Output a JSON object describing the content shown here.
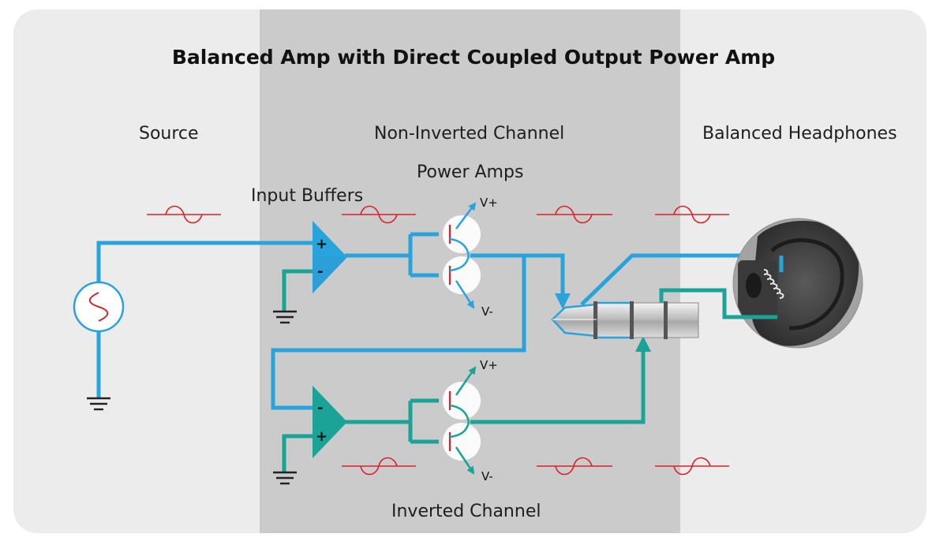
{
  "title": "Balanced Amp with Direct Coupled Output Power Amp",
  "labels": {
    "source": "Source",
    "non_inverted_channel": "Non-Inverted Channel",
    "balanced_headphones": "Balanced Headphones",
    "power_amps": "Power Amps",
    "input_buffers": "Input Buffers",
    "inverted_channel": "Inverted Channel"
  },
  "rails": {
    "top_vplus": "V+",
    "top_vminus": "V-",
    "bottom_vplus": "V+",
    "bottom_vminus": "V-"
  },
  "pins": {
    "top_plus": "+",
    "top_minus": "-",
    "bottom_minus": "-",
    "bottom_plus": "+"
  },
  "colors": {
    "blue_wire": "#29a3dc",
    "teal_wire": "#1aa396",
    "waveform": "#d9222a",
    "band": "#cbcbcb",
    "background": "#ececec"
  }
}
